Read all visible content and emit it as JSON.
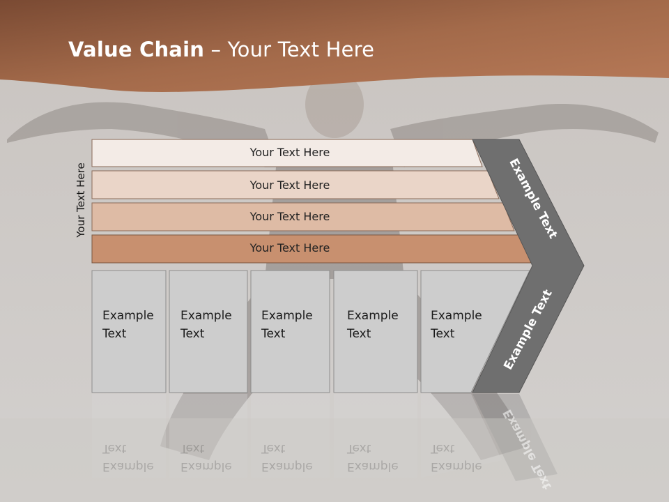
{
  "slide": {
    "title_bold": "Value Chain",
    "title_rest": " – Your Text Here",
    "side_label": "Your Text Here",
    "bands": [
      {
        "label": "Your Text Here",
        "color": "#f3ebe6"
      },
      {
        "label": "Your Text Here",
        "color": "#ead5c8"
      },
      {
        "label": "Your Text Here",
        "color": "#debba5"
      },
      {
        "label": "Your Text Here",
        "color": "#c8906f"
      }
    ],
    "boxes": [
      {
        "line1": "Example",
        "line2": "Text"
      },
      {
        "line1": "Example",
        "line2": "Text"
      },
      {
        "line1": "Example",
        "line2": "Text"
      },
      {
        "line1": "Example",
        "line2": "Text"
      },
      {
        "line1": "Example",
        "line2": "Text"
      }
    ],
    "chevron": {
      "top_label": "Example Text",
      "bottom_label": "Example Text",
      "color": "#6f6f6f"
    },
    "colors": {
      "header": "#a56c4c",
      "background": "#cdc9c6",
      "box_fill": "#cdcdcd"
    }
  }
}
